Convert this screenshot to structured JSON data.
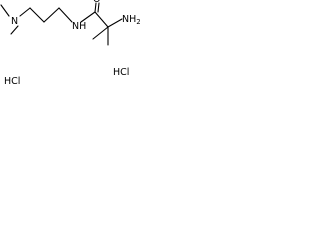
{
  "molecule": {
    "atoms": {
      "dimethylamino_n": "N",
      "amide_nh": "NH",
      "carbonyl_o": "O",
      "primary_amine": "NH",
      "primary_amine_subscript": "2"
    },
    "salts": [
      {
        "label": "HCl"
      },
      {
        "label": "HCl"
      }
    ]
  }
}
